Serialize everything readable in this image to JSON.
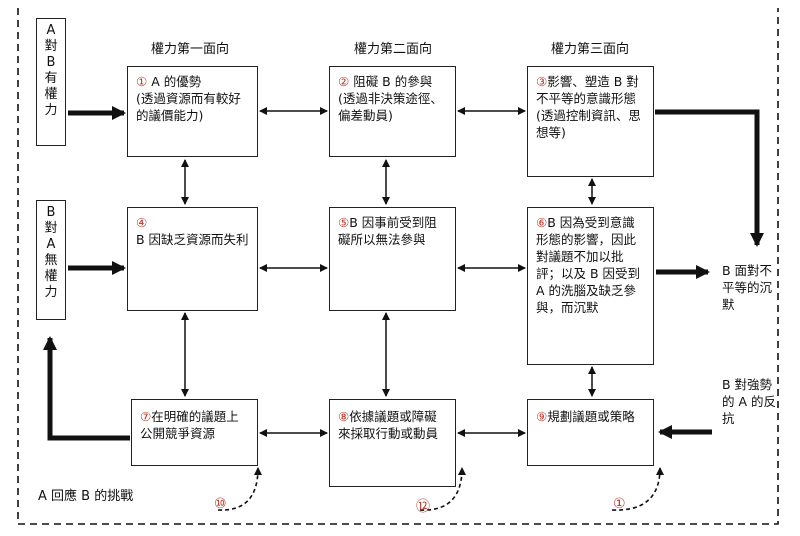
{
  "headers": {
    "col1": "權力第一面向",
    "col2": "權力第二面向",
    "col3": "權力第三面向"
  },
  "left_labels": {
    "top": [
      "A",
      "對",
      "B",
      "有",
      "權",
      "力"
    ],
    "bottom": [
      "B",
      "對",
      "A",
      "無",
      "權",
      "力"
    ]
  },
  "nodes": {
    "n1": {
      "num": "①",
      "text1": " A 的優勢",
      "text2": "(透過資源而有較好的議價能力)"
    },
    "n2": {
      "num": "②",
      "text1": " 阻礙 B 的參與",
      "text2": "(透過非決策途徑、偏差動員)"
    },
    "n3": {
      "num": "③",
      "text1": "影響、塑造 B 對不平等的意識形態(透過控制資訊、思想等)"
    },
    "n4": {
      "num": "④",
      "text1": "B 因缺乏資源而失利"
    },
    "n5": {
      "num": "⑤",
      "text1": "B 因事前受到阻礙所以無法參與"
    },
    "n6": {
      "num": "⑥",
      "text1": "B 因為受到意識形態的影響，因此對議題不加以批評；以及 B 因受到 A 的洗腦及缺乏參與，而沉默"
    },
    "n7": {
      "num": "⑦",
      "text1": "在明確的議題上公開競爭資源"
    },
    "n8": {
      "num": "⑧",
      "text1": "依據議題或障礙來採取行動或動員"
    },
    "n9": {
      "num": "⑨",
      "text1": "規劃議題或策略"
    }
  },
  "side_texts": {
    "silence": "B 面對不平等的沉默",
    "resist": "B 對強勢的 A 的反抗",
    "challenge": "A 回應 B 的挑戰"
  },
  "loop_markers": {
    "m10": "⑩",
    "m12": "⑫",
    "m1": "①"
  }
}
